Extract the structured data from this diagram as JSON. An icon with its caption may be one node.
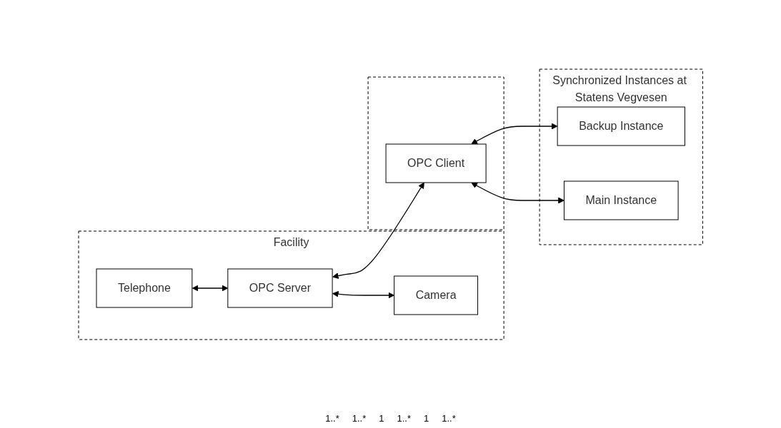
{
  "diagram": {
    "nodes": [
      {
        "text": [
          "Facility"
        ]
      },
      {
        "text": [
          "Telephone"
        ],
        "in": 0
      },
      {
        "text": [
          "OPC Server"
        ],
        "in": 0
      },
      {
        "text": [
          "Camera"
        ],
        "in": 0
      },
      {
        "text": [],
        "shape": "box"
      },
      {
        "text": [
          "OPC Client"
        ],
        "in": 4
      },
      {
        "text": [
          "Synchronized Instances at Statens Vegvesen"
        ]
      },
      {
        "text": [
          "Backup Instance"
        ],
        "in": 6
      },
      {
        "text": [
          "Main Instance"
        ],
        "in": 6
      }
    ],
    "edges": [
      {
        "from": 1,
        "to": 2,
        "arrow": "both"
      },
      {
        "from": 2,
        "to": 3,
        "arrow": "both"
      },
      {
        "from": 2,
        "to": 5,
        "arrow": "both"
      },
      {
        "from": 5,
        "to": 7,
        "arrow": "both"
      },
      {
        "from": 5,
        "to": 8,
        "arrow": "both"
      }
    ],
    "labels": [
      "1..*",
      "1..*",
      "1",
      "1..*",
      "1",
      "1..*"
    ]
  }
}
